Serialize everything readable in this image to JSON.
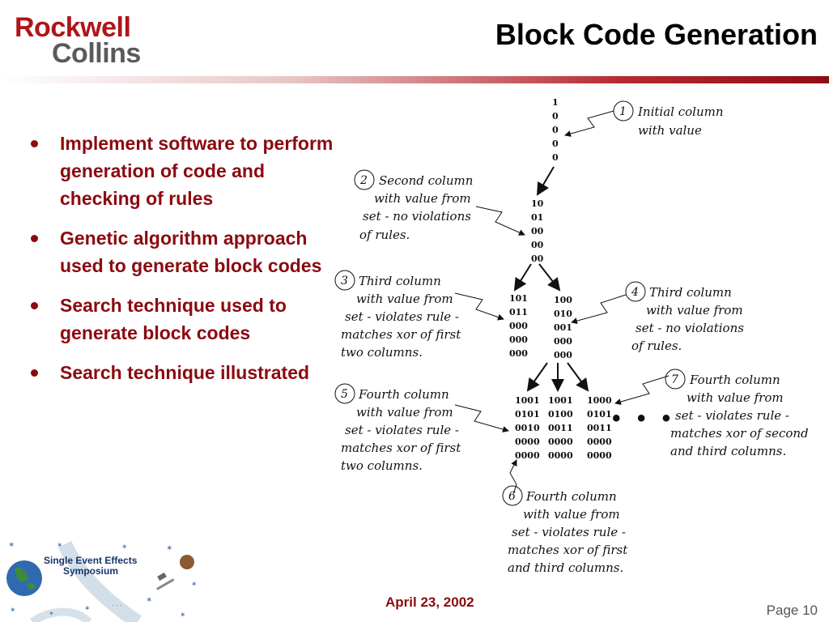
{
  "header": {
    "logo_line1": "Rockwell",
    "logo_line2": "Collins",
    "title": "Block Code Generation"
  },
  "bullets": [
    "Implement software to perform generation of code and checking of rules",
    "Genetic algorithm approach used to generate block codes",
    "Search technique used to generate block codes",
    "Search technique illustrated"
  ],
  "diagram": {
    "matrices": {
      "m1": [
        "1",
        "0",
        "0",
        "0",
        "0"
      ],
      "m2": [
        "10",
        "01",
        "00",
        "00",
        "00"
      ],
      "m3": [
        "101",
        "011",
        "000",
        "000",
        "000"
      ],
      "m4": [
        "100",
        "010",
        "001",
        "000",
        "000"
      ],
      "m5": [
        "1001",
        "0101",
        "0010",
        "0000",
        "0000"
      ],
      "m6": [
        "1001",
        "0100",
        "0011",
        "0000",
        "0000"
      ],
      "m7": [
        "1000",
        "0101",
        "0011",
        "0000",
        "0000"
      ]
    },
    "callouts": {
      "c1": {
        "num": "1",
        "lines": [
          "Initial column",
          "with value"
        ]
      },
      "c2": {
        "num": "2",
        "lines": [
          "Second column",
          "with value from",
          "set - no violations",
          "of rules."
        ]
      },
      "c3": {
        "num": "3",
        "lines": [
          "Third column",
          "with value from",
          "set - violates rule -",
          "matches xor of first",
          "two columns."
        ]
      },
      "c4": {
        "num": "4",
        "lines": [
          "Third column",
          "with value from",
          "set - no violations",
          "of rules."
        ]
      },
      "c5": {
        "num": "5",
        "lines": [
          "Fourth column",
          "with value from",
          "set - violates rule -",
          "matches xor of first",
          "two columns."
        ]
      },
      "c6": {
        "num": "6",
        "lines": [
          "Fourth column",
          "with value from",
          "set - violates rule -",
          "matches xor of first",
          "and third columns."
        ]
      },
      "c7": {
        "num": "7",
        "lines": [
          "Fourth column",
          "with value from",
          "set - violates rule -",
          "matches xor of second",
          "and third columns."
        ]
      }
    },
    "ellipsis": "• • •"
  },
  "symposium_logo": {
    "line1": "Single Event Effects",
    "line2": "Symposium"
  },
  "footer": {
    "date": "April 23, 2002",
    "page": "Page 10"
  }
}
